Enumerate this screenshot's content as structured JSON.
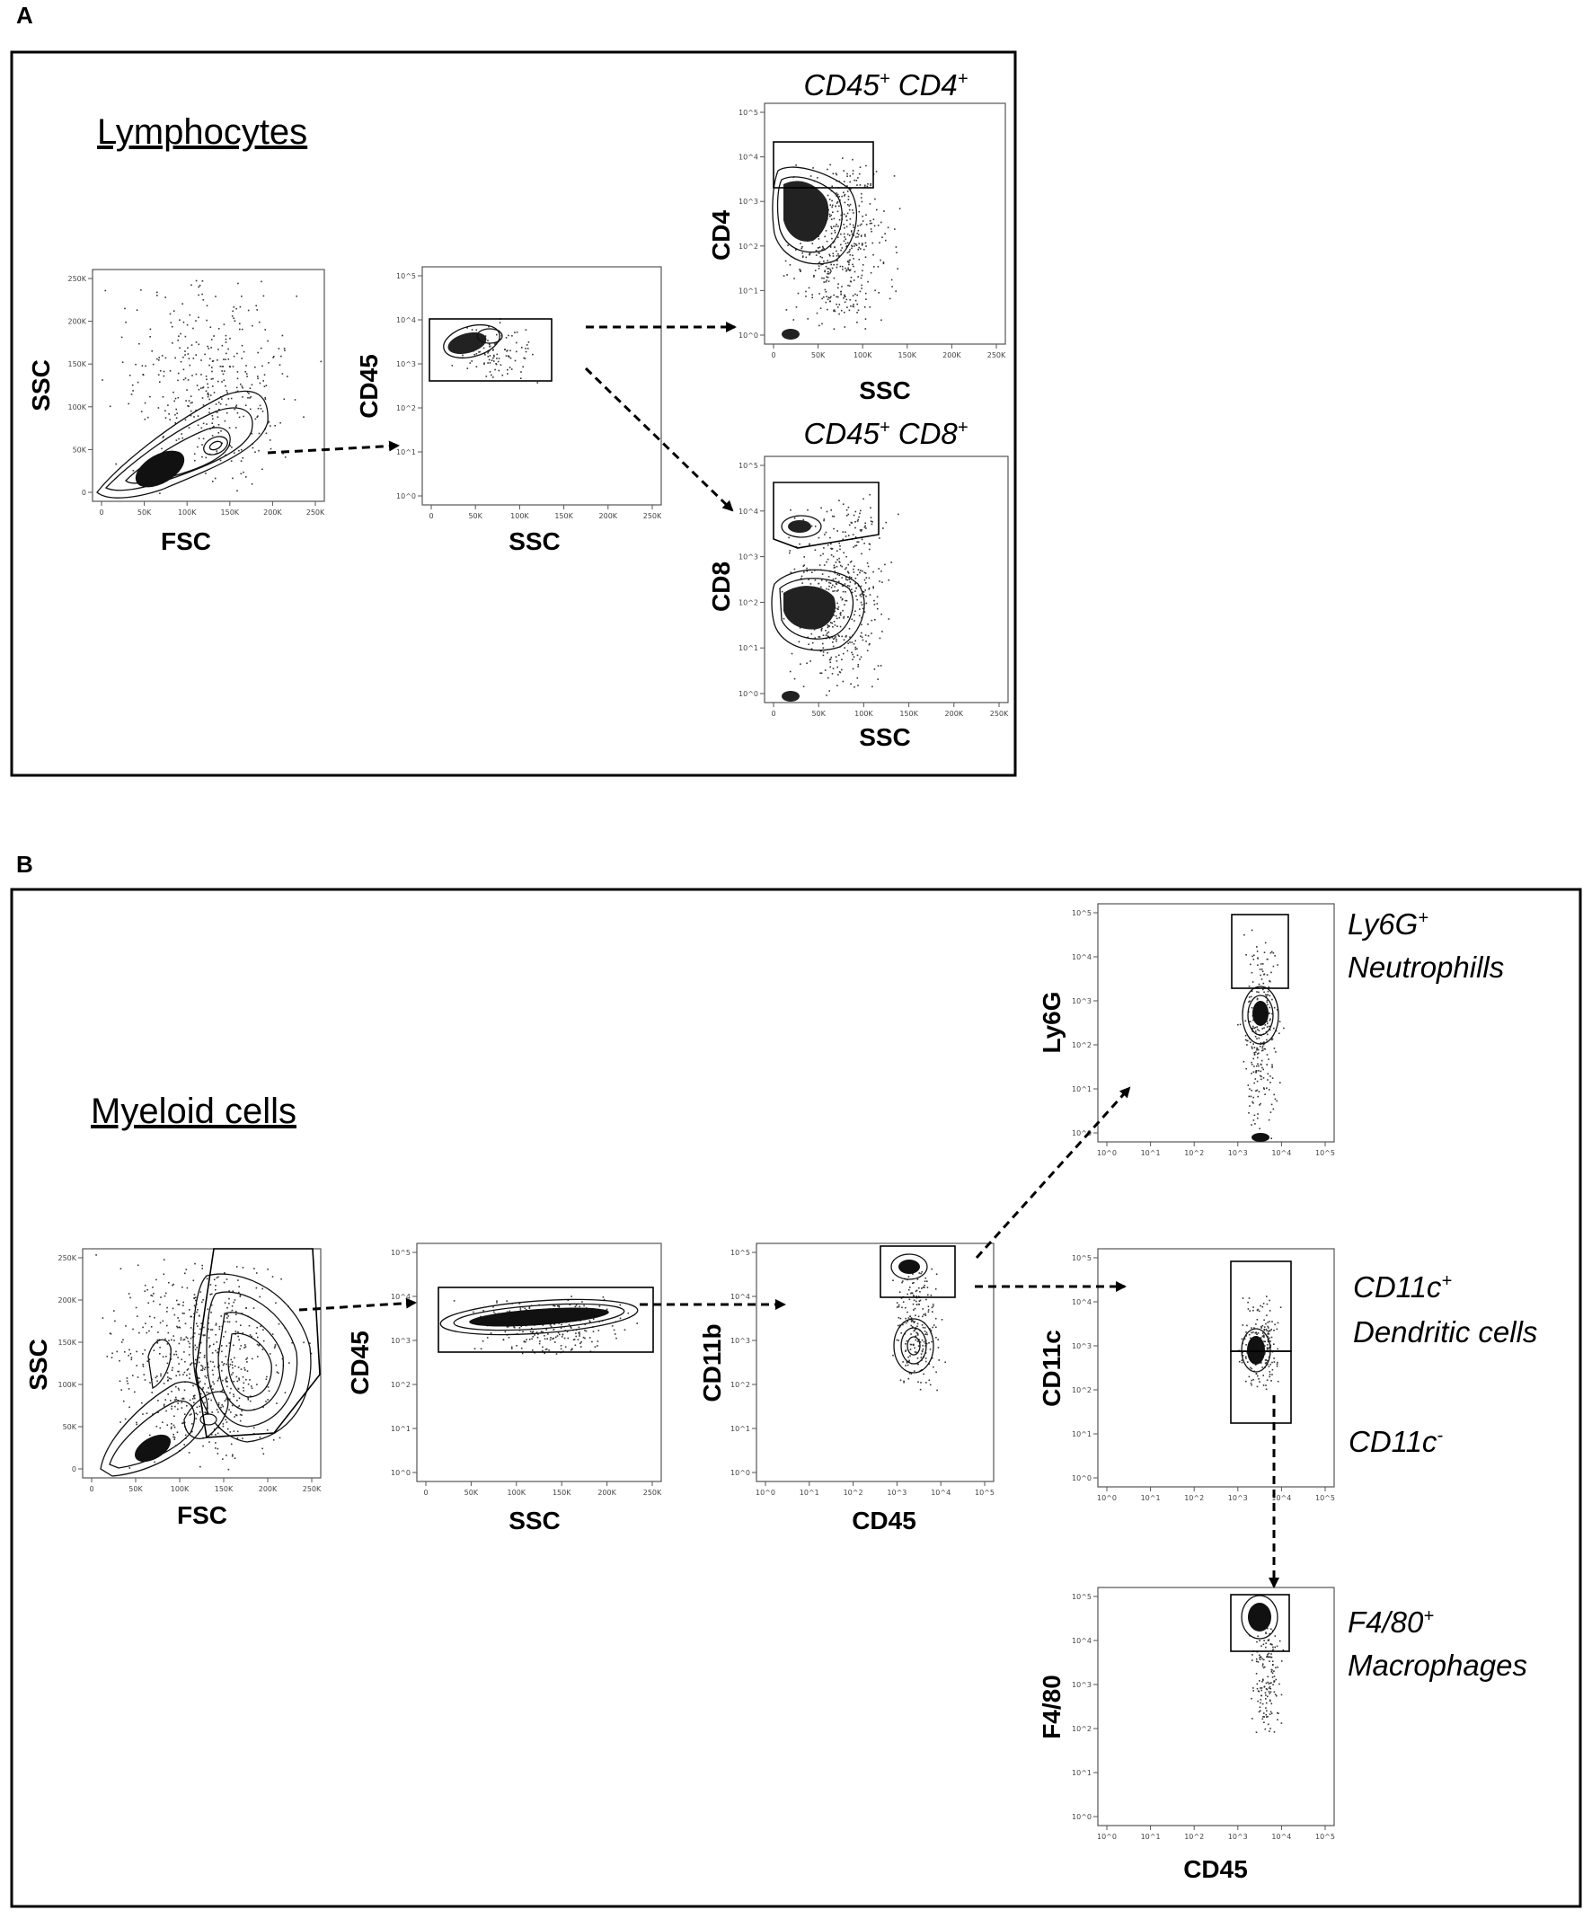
{
  "panel_a": {
    "letter": "A",
    "title": "Lymphocytes",
    "plots": {
      "a1": {
        "x_label": "FSC",
        "y_label": "SSC",
        "x_ticks": [
          "0",
          "50K",
          "100K",
          "150K",
          "200K",
          "250K"
        ],
        "y_ticks": [
          "0",
          "50K",
          "100K",
          "150K",
          "200K",
          "250K"
        ]
      },
      "a2": {
        "x_label": "SSC",
        "y_label": "CD45",
        "x_ticks": [
          "0",
          "50K",
          "100K",
          "150K",
          "200K",
          "250K"
        ],
        "y_ticks": [
          "10^0",
          "10^1",
          "10^2",
          "10^3",
          "10^4",
          "10^5"
        ]
      },
      "a3": {
        "x_label": "SSC",
        "y_label": "CD4",
        "x_ticks": [
          "0",
          "50K",
          "100K",
          "150K",
          "200K",
          "250K"
        ],
        "y_ticks": [
          "10^0",
          "10^1",
          "10^2",
          "10^3",
          "10^4",
          "10^5"
        ],
        "label_main": "CD45",
        "label_sup1": "+",
        "label_mid": " CD4",
        "label_sup2": "+"
      },
      "a4": {
        "x_label": "SSC",
        "y_label": "CD8",
        "x_ticks": [
          "0",
          "50K",
          "100K",
          "150K",
          "200K",
          "250K"
        ],
        "y_ticks": [
          "10^0",
          "10^1",
          "10^2",
          "10^3",
          "10^4",
          "10^5"
        ],
        "label_main": "CD45",
        "label_sup1": "+",
        "label_mid": " CD8",
        "label_sup2": "+"
      }
    }
  },
  "panel_b": {
    "letter": "B",
    "title": "Myeloid cells",
    "plots": {
      "b1": {
        "x_label": "FSC",
        "y_label": "SSC",
        "x_ticks": [
          "0",
          "50K",
          "100K",
          "150K",
          "200K",
          "250K"
        ],
        "y_ticks": [
          "0",
          "50K",
          "100K",
          "150K",
          "200K",
          "250K"
        ]
      },
      "b2": {
        "x_label": "SSC",
        "y_label": "CD45",
        "x_ticks": [
          "0",
          "50K",
          "100K",
          "150K",
          "200K",
          "250K"
        ],
        "y_ticks": [
          "10^0",
          "10^1",
          "10^2",
          "10^3",
          "10^4",
          "10^5"
        ]
      },
      "b3": {
        "x_label": "CD45",
        "y_label": "CD11b",
        "x_ticks": [
          "10^0",
          "10^1",
          "10^2",
          "10^3",
          "10^4",
          "10^5"
        ],
        "y_ticks": [
          "10^0",
          "10^1",
          "10^2",
          "10^3",
          "10^4",
          "10^5"
        ]
      },
      "b4": {
        "x_label": "",
        "y_label": "Ly6G",
        "x_ticks": [
          "10^0",
          "10^1",
          "10^2",
          "10^3",
          "10^4",
          "10^5"
        ],
        "y_ticks": [
          "10^0",
          "10^1",
          "10^2",
          "10^3",
          "10^4",
          "10^5"
        ]
      },
      "b5": {
        "x_label": "",
        "y_label": "CD11c",
        "x_ticks": [
          "10^0",
          "10^1",
          "10^2",
          "10^3",
          "10^4",
          "10^5"
        ],
        "y_ticks": [
          "10^0",
          "10^1",
          "10^2",
          "10^3",
          "10^4",
          "10^5"
        ]
      },
      "b6": {
        "x_label": "CD45",
        "y_label": "F4/80",
        "x_ticks": [
          "10^0",
          "10^1",
          "10^2",
          "10^3",
          "10^4",
          "10^5"
        ],
        "y_ticks": [
          "10^0",
          "10^1",
          "10^2",
          "10^3",
          "10^4",
          "10^5"
        ]
      }
    },
    "labels": {
      "ly6g_main": "Ly6G",
      "ly6g_sup": "+",
      "ly6g_line2": "Neutrophills",
      "cd11c_main": "CD11c",
      "cd11c_sup": "+",
      "cd11c_line2": "Dendritic cells",
      "cd11c_neg_main": "CD11c",
      "cd11c_neg_sup": "-",
      "f480_main": "F4/80",
      "f480_sup": "+",
      "f480_line2": "Macrophages"
    }
  }
}
